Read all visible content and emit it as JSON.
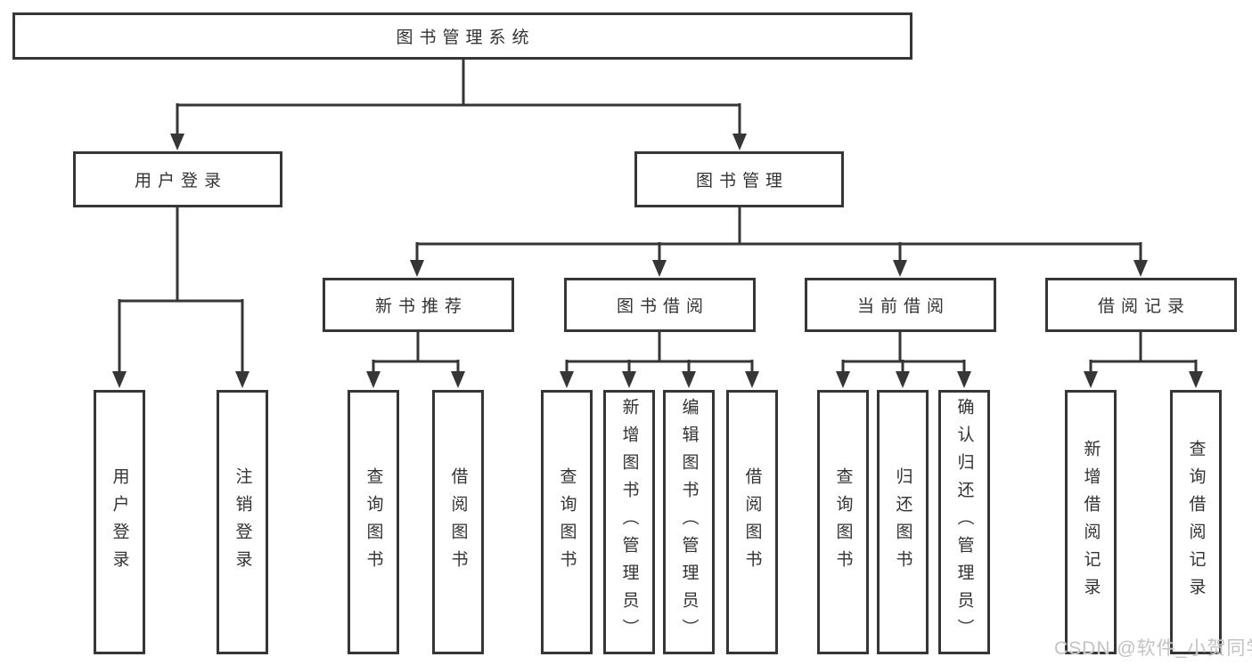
{
  "diagram": {
    "root": {
      "label": "图书管理系统"
    },
    "branches": [
      {
        "label": "用户登录",
        "children": [
          {
            "label": "用户登录"
          },
          {
            "label": "注销登录"
          }
        ]
      },
      {
        "label": "图书管理",
        "children": [
          {
            "label": "新书推荐",
            "children": [
              {
                "label": "查询图书"
              },
              {
                "label": "借阅图书"
              }
            ]
          },
          {
            "label": "图书借阅",
            "children": [
              {
                "label": "查询图书"
              },
              {
                "label": "新增图书（管理员）"
              },
              {
                "label": "编辑图书（管理员）"
              },
              {
                "label": "借阅图书"
              }
            ]
          },
          {
            "label": "当前借阅",
            "children": [
              {
                "label": "查询图书"
              },
              {
                "label": "归还图书"
              },
              {
                "label": "确认归还（管理员）"
              }
            ]
          },
          {
            "label": "借阅记录",
            "children": [
              {
                "label": "新增借阅记录"
              },
              {
                "label": "查询借阅记录"
              }
            ]
          }
        ]
      }
    ],
    "watermark": "CSDN @软件_小贺同学",
    "colors": {
      "line": "#363636",
      "text": "#333333",
      "background": "#ffffff",
      "watermark": "#c3c3c3"
    }
  }
}
